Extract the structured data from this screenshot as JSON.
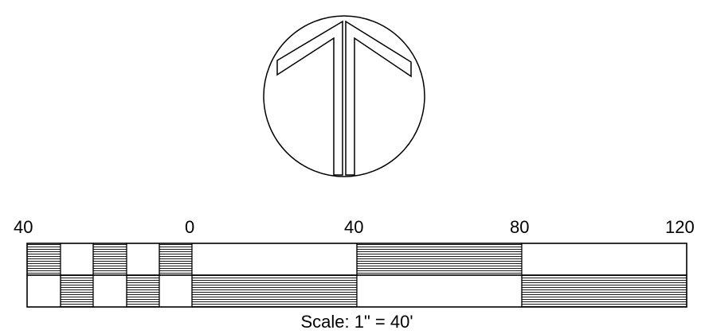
{
  "north_arrow": {
    "icon": "north-arrow-icon"
  },
  "scale_bar": {
    "tick_labels": [
      "40",
      "0",
      "40",
      "80",
      "120"
    ],
    "caption": "Scale: 1\" = 40'"
  },
  "colors": {
    "ink": "#000000",
    "background": "#ffffff"
  }
}
